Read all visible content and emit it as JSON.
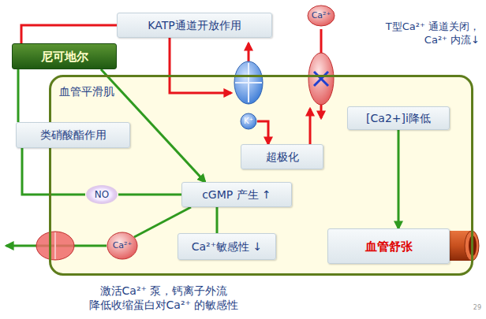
{
  "diagram": {
    "nodes": [
      {
        "text": [
          "尼可地尔"
        ]
      },
      {
        "text": [
          "KATP通道开放作用"
        ]
      },
      {
        "text": [
          "血管平滑肌"
        ]
      },
      {
        "text": [
          "类硝酸酯作用"
        ]
      },
      {
        "text": [
          "K⁺"
        ],
        "in": 2
      },
      {
        "text": [
          "Ca²⁺"
        ]
      },
      {
        "text": [
          "超极化"
        ],
        "in": 2
      },
      {
        "text": [
          "[Ca2+]i降低"
        ],
        "in": 2
      },
      {
        "text": [
          "NO"
        ],
        "in": 2
      },
      {
        "text": [
          "cGMP 产生 ↑"
        ],
        "in": 2
      },
      {
        "text": [
          "Ca²⁺"
        ],
        "in": 2
      },
      {
        "text": [
          "Ca²⁺敏感性 ↓"
        ],
        "in": 2
      },
      {
        "text": [
          "血管舒张"
        ],
        "in": 2
      }
    ],
    "edges": [
      {
        "from": 0,
        "to": 1,
        "arrow": "none"
      },
      {
        "from": 0,
        "to": 3,
        "arrow": "none"
      },
      {
        "from": 0,
        "to": 9,
        "arrow": "to"
      },
      {
        "from": 3,
        "to": 8,
        "arrow": "none"
      },
      {
        "from": 8,
        "to": 9,
        "arrow": "none"
      },
      {
        "from": 4,
        "to": 6,
        "arrow": "to"
      },
      {
        "from": 9,
        "to": 10,
        "arrow": "none"
      },
      {
        "from": 9,
        "to": 11,
        "arrow": "none"
      },
      {
        "from": 7,
        "to": 12,
        "arrow": "to"
      }
    ],
    "labels": [
      "T型Ca²⁺ 通道关闭， Ca²⁺ 内流↓",
      "激活Ca²⁺ 泵，钙离子外流 降低收缩蛋白对Ca²⁺ 的敏感性",
      "29"
    ]
  }
}
